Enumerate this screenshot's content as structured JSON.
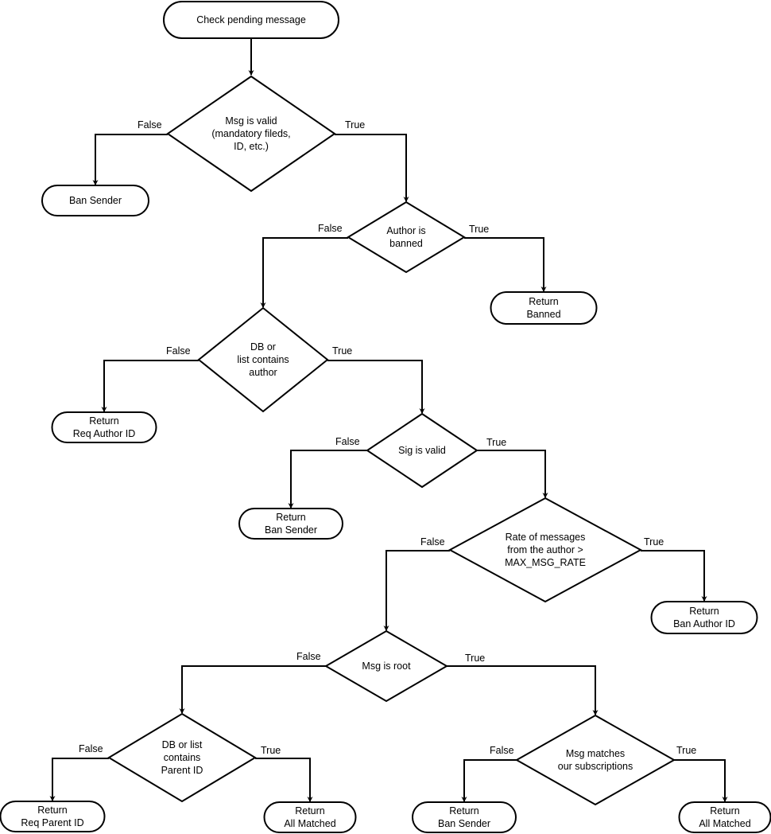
{
  "nodes": {
    "start": {
      "kind": "terminal",
      "lines": [
        "Check pending message"
      ]
    },
    "msg_valid": {
      "kind": "decision",
      "lines": [
        "Msg is valid",
        "(mandatory fileds,",
        "ID, etc.)"
      ]
    },
    "ban_sender_1": {
      "kind": "terminal",
      "lines": [
        "Ban Sender"
      ]
    },
    "author_banned": {
      "kind": "decision",
      "lines": [
        "Author is",
        "banned"
      ]
    },
    "return_banned": {
      "kind": "terminal",
      "lines": [
        "Return",
        "Banned"
      ]
    },
    "db_contains_author": {
      "kind": "decision",
      "lines": [
        "DB or",
        "list contains",
        "author"
      ]
    },
    "return_req_author": {
      "kind": "terminal",
      "lines": [
        "Return",
        "Req Author ID"
      ]
    },
    "sig_valid": {
      "kind": "decision",
      "lines": [
        "Sig is valid"
      ]
    },
    "return_ban_sender_2": {
      "kind": "terminal",
      "lines": [
        "Return",
        "Ban Sender"
      ]
    },
    "rate_check": {
      "kind": "decision",
      "lines": [
        "Rate of messages",
        "from the author >",
        "MAX_MSG_RATE"
      ]
    },
    "return_ban_author": {
      "kind": "terminal",
      "lines": [
        "Return",
        "Ban Author ID"
      ]
    },
    "msg_root": {
      "kind": "decision",
      "lines": [
        "Msg is root"
      ]
    },
    "db_contains_parent": {
      "kind": "decision",
      "lines": [
        "DB or list",
        "contains",
        "Parent ID"
      ]
    },
    "return_req_parent": {
      "kind": "terminal",
      "lines": [
        "Return",
        "Req Parent ID"
      ]
    },
    "return_all_matched_1": {
      "kind": "terminal",
      "lines": [
        "Return",
        "All Matched"
      ]
    },
    "msg_matches": {
      "kind": "decision",
      "lines": [
        "Msg matches",
        "our subscriptions"
      ]
    },
    "return_ban_sender_3": {
      "kind": "terminal",
      "lines": [
        "Return",
        "Ban Sender"
      ]
    },
    "return_all_matched_2": {
      "kind": "terminal",
      "lines": [
        "Return",
        "All Matched"
      ]
    }
  },
  "edges": [
    {
      "from": "start",
      "to": "msg_valid",
      "label": ""
    },
    {
      "from": "msg_valid",
      "to": "ban_sender_1",
      "label": "False"
    },
    {
      "from": "msg_valid",
      "to": "author_banned",
      "label": "True"
    },
    {
      "from": "author_banned",
      "to": "db_contains_author",
      "label": "False"
    },
    {
      "from": "author_banned",
      "to": "return_banned",
      "label": "True"
    },
    {
      "from": "db_contains_author",
      "to": "return_req_author",
      "label": "False"
    },
    {
      "from": "db_contains_author",
      "to": "sig_valid",
      "label": "True"
    },
    {
      "from": "sig_valid",
      "to": "return_ban_sender_2",
      "label": "False"
    },
    {
      "from": "sig_valid",
      "to": "rate_check",
      "label": "True"
    },
    {
      "from": "rate_check",
      "to": "msg_root",
      "label": "False"
    },
    {
      "from": "rate_check",
      "to": "return_ban_author",
      "label": "True"
    },
    {
      "from": "msg_root",
      "to": "db_contains_parent",
      "label": "False"
    },
    {
      "from": "msg_root",
      "to": "msg_matches",
      "label": "True"
    },
    {
      "from": "db_contains_parent",
      "to": "return_req_parent",
      "label": "False"
    },
    {
      "from": "db_contains_parent",
      "to": "return_all_matched_1",
      "label": "True"
    },
    {
      "from": "msg_matches",
      "to": "return_ban_sender_3",
      "label": "False"
    },
    {
      "from": "msg_matches",
      "to": "return_all_matched_2",
      "label": "True"
    }
  ]
}
